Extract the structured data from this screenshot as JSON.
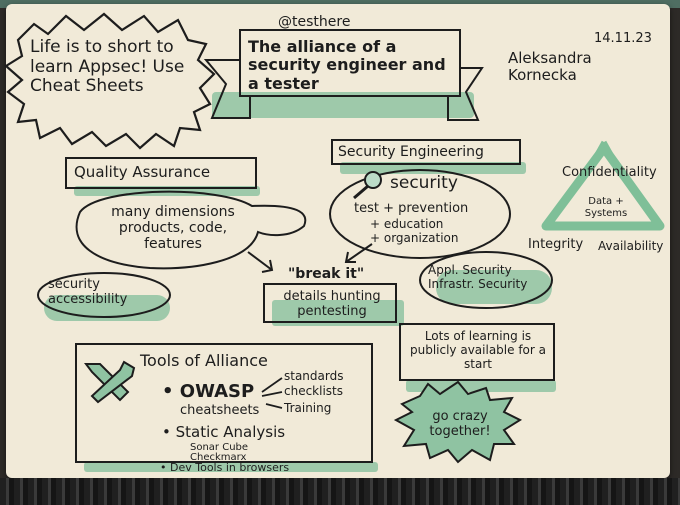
{
  "sketchnote": {
    "event_handle": "@testhere",
    "date": "14.11.23",
    "speaker": "Aleksandra Kornecka",
    "title": "The alliance of a security engineer and a tester",
    "motto": "Life is to short to learn Appsec! Use Cheat Sheets",
    "quality_assurance": {
      "heading": "Quality Assurance",
      "body": "many dimensions products, code, features",
      "small": "security accessibility"
    },
    "security_engineering": {
      "heading": "Security Engineering",
      "word": "security",
      "items": [
        "test + prevention",
        "+ education",
        "+ organization"
      ],
      "small": "Appl. Security Infrastr. Security"
    },
    "break_it": {
      "label": "\"break it\"",
      "body": "details hunting pentesting"
    },
    "cia": {
      "top": "Confidentiality",
      "left": "Integrity",
      "right": "Availability",
      "center": "Data + Systems"
    },
    "tools": {
      "heading": "Tools of Alliance",
      "owasp": "OWASP",
      "owasp_cheatsheets": "cheatsheets",
      "owasp_branches": [
        "standards",
        "checklists",
        "Training"
      ],
      "static_analysis": "Static Analysis",
      "static_items": [
        "Sonar Cube",
        "Checkmarx"
      ],
      "devtools": "Dev Tools in browsers"
    },
    "learning": "Lots of learning is publicly available for a start",
    "burst": "go crazy together!"
  },
  "colors": {
    "ink": "#1d1d1d",
    "accent_green": "#8fc3a2",
    "paper": "#f1ead8"
  }
}
